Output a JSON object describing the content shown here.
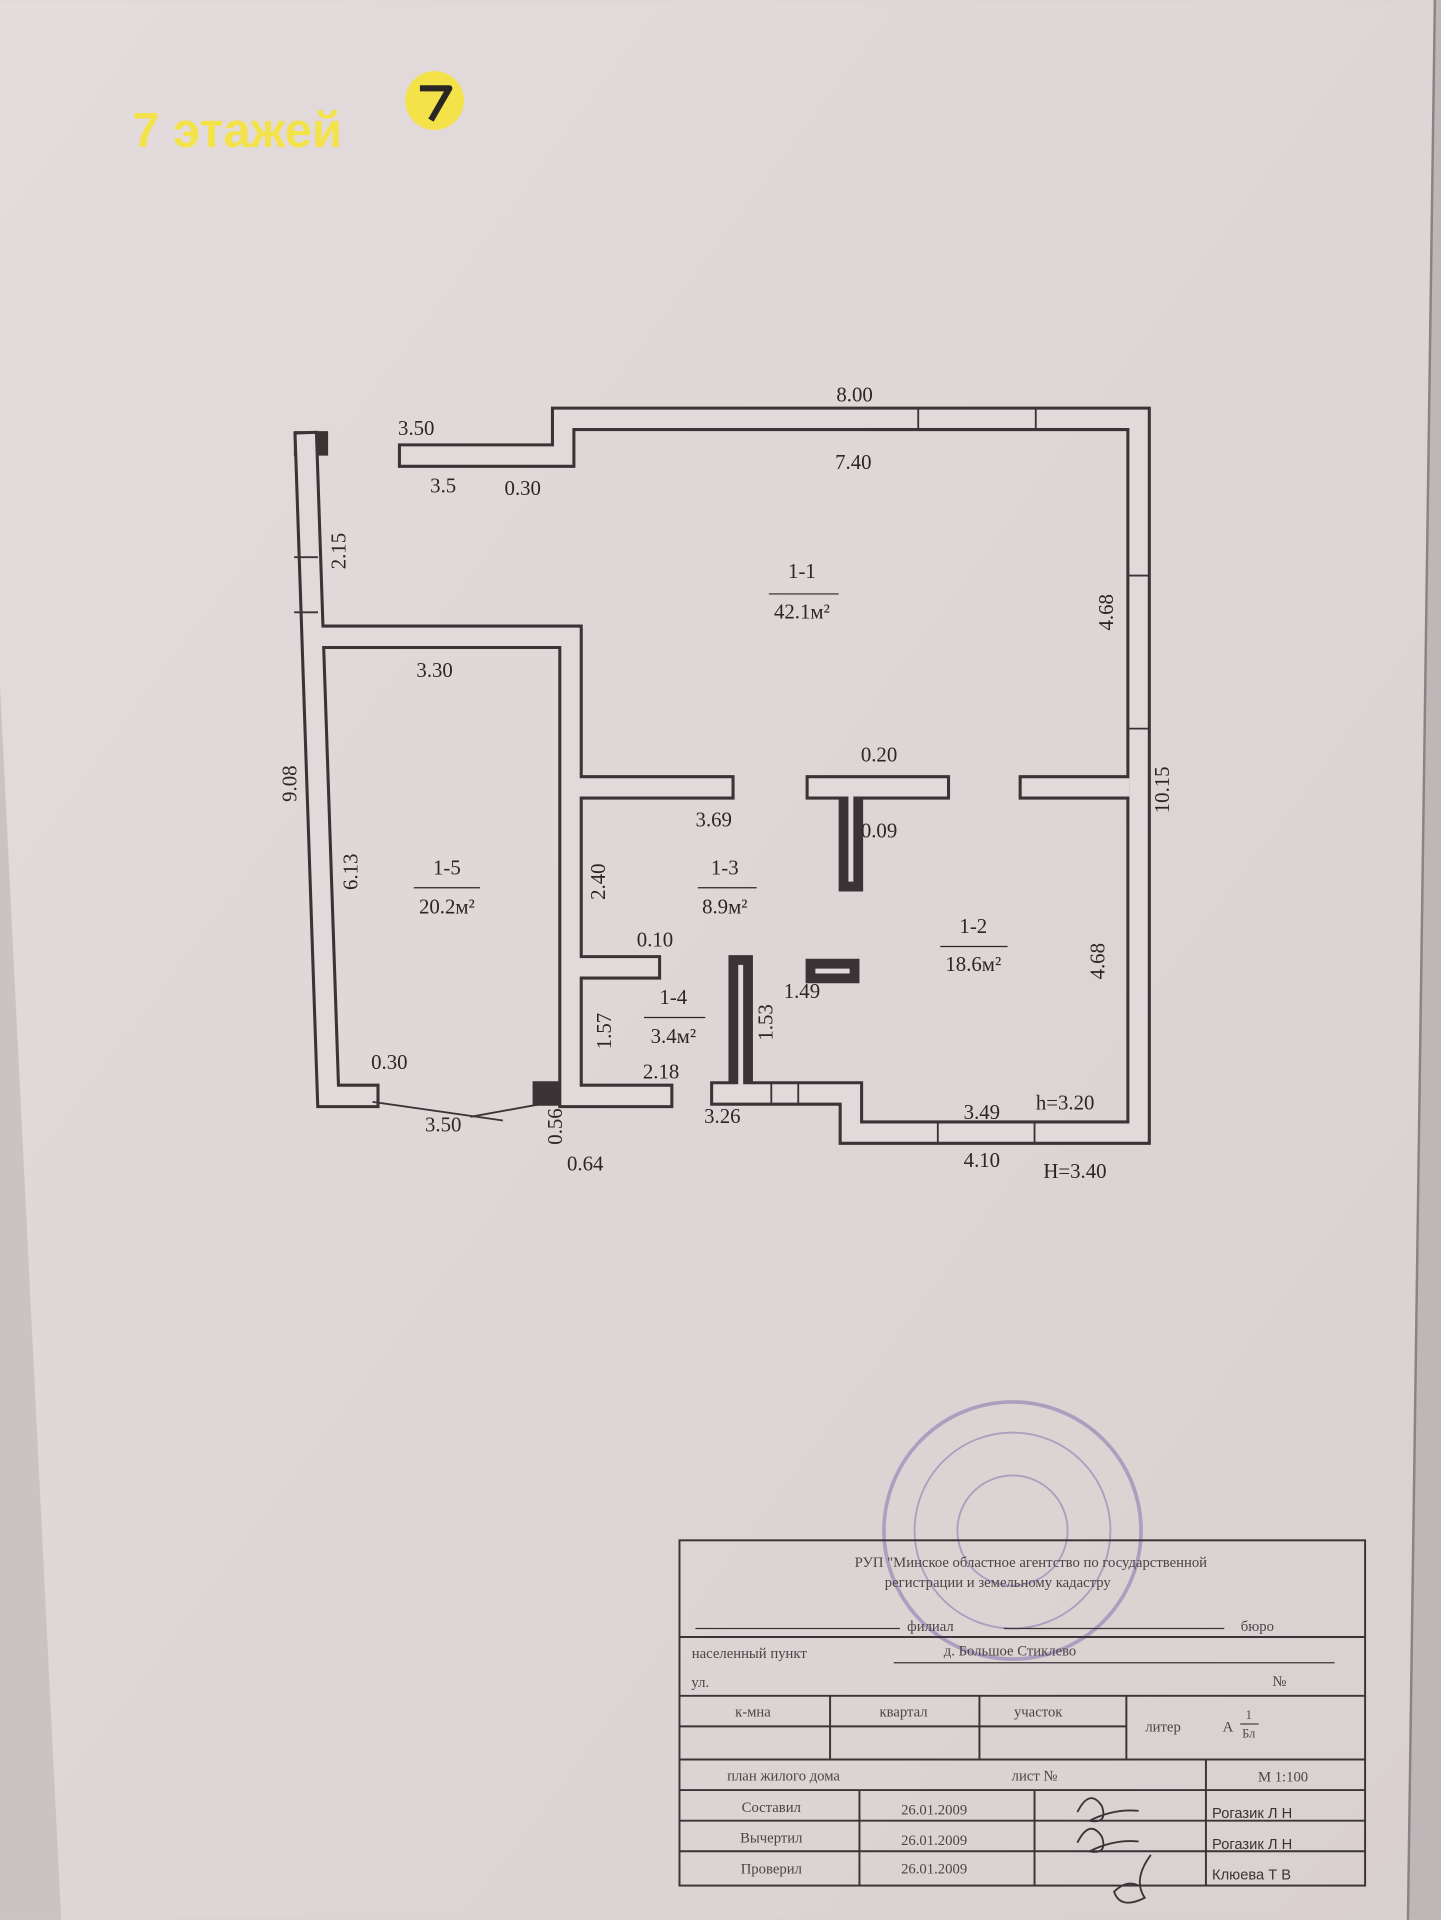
{
  "watermark": {
    "text": "7 этажей",
    "badge": "7",
    "color": "#f4e24a"
  },
  "plan": {
    "rooms": [
      {
        "id": "1-1",
        "area": "42.1м²"
      },
      {
        "id": "1-2",
        "area": "18.6м²"
      },
      {
        "id": "1-3",
        "area": "8.9м²"
      },
      {
        "id": "1-4",
        "area": "3.4м²"
      },
      {
        "id": "1-5",
        "area": "20.2м²"
      }
    ],
    "dimensions": [
      "8.00",
      "3.50",
      "7.40",
      "3.5",
      "0.30",
      "2.15",
      "4.68",
      "3.30",
      "0.20",
      "9.08",
      "10.15",
      "3.69",
      "0.09",
      "6.13",
      "2.40",
      "4.68",
      "0.10",
      "1.49",
      "1.57",
      "1.53",
      "0.30",
      "2.18",
      "3.50",
      "0.56",
      "3.26",
      "3.49",
      "h=3.20",
      "0.64",
      "4.10",
      "H=3.40"
    ]
  },
  "title_block": {
    "org_line1": "РУП \"Минское областное агентство по государственной",
    "org_line2": "регистрации и земельному кадастру",
    "branch": "филиал",
    "bureau": "бюро",
    "settlement_label": "населенный пункт",
    "settlement_value": "д. Большое Стиклево",
    "street_label": "ул.",
    "number_label": "№",
    "col_kmna": "к-мна",
    "col_kvartal": "квартал",
    "col_uchastok": "участок",
    "liter_label": "литер",
    "liter_value": "А",
    "liter_fraction_top": "1",
    "liter_fraction_bottom": "Бл",
    "plan_label": "план жилого дома",
    "sheet_label": "лист №",
    "scale": "М 1:100",
    "rows": [
      {
        "role": "Составил",
        "date": "26.01.2009",
        "name": "Рогазик Л Н"
      },
      {
        "role": "Вычертил",
        "date": "26.01.2009",
        "name": "Рогазик Л Н"
      },
      {
        "role": "Проверил",
        "date": "26.01.2009",
        "name": "Клюева Т В"
      }
    ]
  }
}
